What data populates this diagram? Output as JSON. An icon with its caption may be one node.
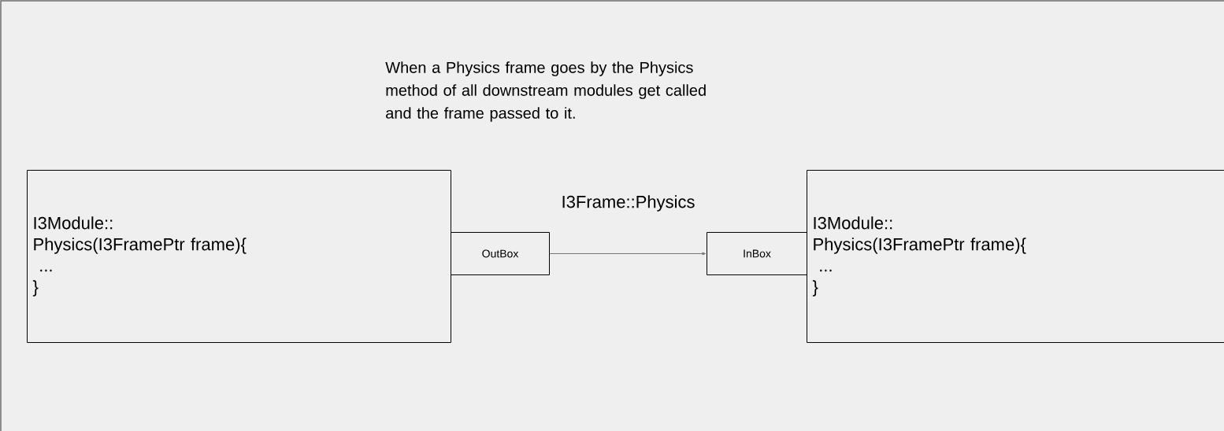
{
  "diagram": {
    "nodes": [
      {
        "text": [
          "I3Module::",
          "Physics(I3FramePtr frame){",
          "...",
          "}"
        ]
      },
      {
        "text": [
          "OutBox"
        ]
      },
      {
        "text": [
          "InBox"
        ]
      },
      {
        "text": [
          "I3Module::",
          "Physics(I3FramePtr frame){",
          "...",
          "}"
        ]
      }
    ],
    "edges": [
      {
        "from": 1,
        "to": 2,
        "arrow": "to",
        "label": "I3Frame::Physics",
        "color": "#757575"
      }
    ],
    "labels": [
      "When a Physics frame goes by the Physics method of all downstream modules get called and the frame passed to it."
    ]
  }
}
